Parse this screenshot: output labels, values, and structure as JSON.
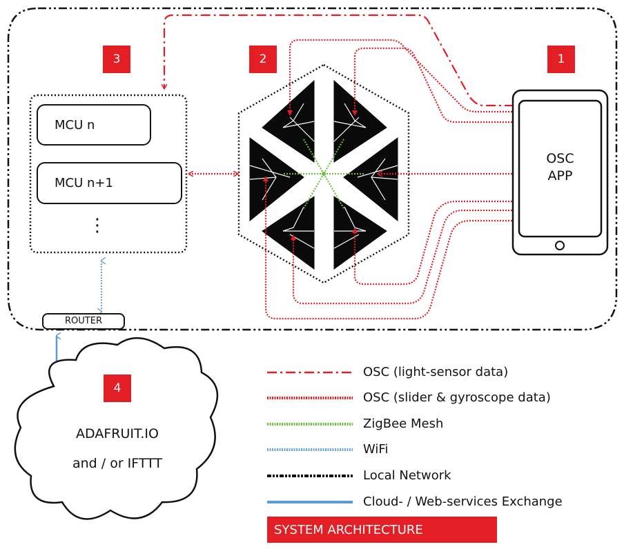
{
  "colors": {
    "accent_red": "#e31e24",
    "osc_light_line": "#e31e24",
    "osc_slider_line": "#e31e24",
    "zigbee_line": "#6bbf3a",
    "wifi_line": "#6fa8d6",
    "cloud_line": "#5b9bd5",
    "local_network_line": "#111111"
  },
  "zones": {
    "phone": {
      "number": "1",
      "line1": "OSC",
      "line2": "APP"
    },
    "mesh": {
      "number": "2"
    },
    "mcus": {
      "number": "3",
      "mcu_a": "MCU n",
      "mcu_b": "MCU n+1",
      "ellipsis": "⋮"
    },
    "cloud": {
      "number": "4",
      "line1": "ADAFRUIT.IO",
      "line2": "and / or IFTTT"
    }
  },
  "router": {
    "label": "ROUTER"
  },
  "legend": [
    {
      "style": "dash-dot-red",
      "label": "OSC (light-sensor data)"
    },
    {
      "style": "dotted-red",
      "label": "OSC (slider & gyroscope data)"
    },
    {
      "style": "dotted-green",
      "label": "ZigBee Mesh"
    },
    {
      "style": "dotted-blue",
      "label": "WiFi"
    },
    {
      "style": "dash-dot-black",
      "label": "Local Network"
    },
    {
      "style": "solid-blue",
      "label": "Cloud- / Web-services Exchange"
    }
  ],
  "caption": "SYSTEM ARCHITECTURE"
}
